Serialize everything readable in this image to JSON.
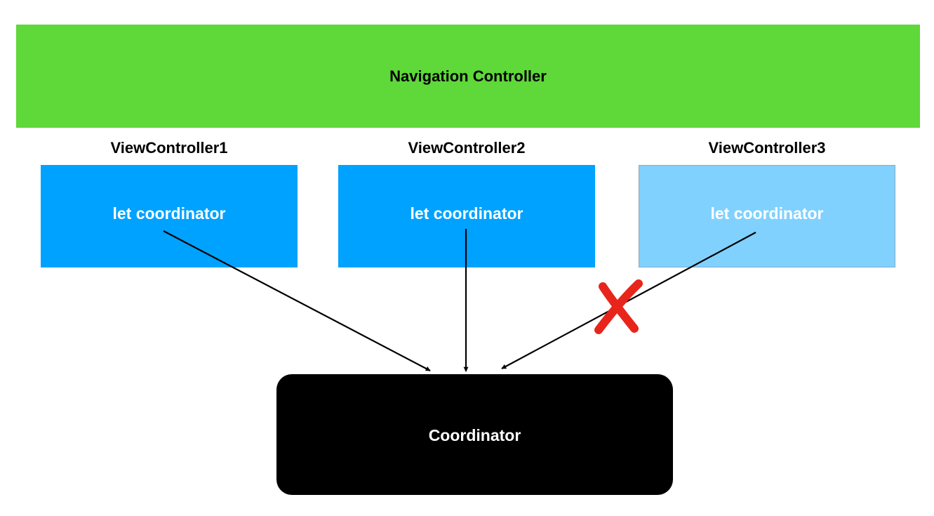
{
  "navigation": {
    "title": "Navigation Controller",
    "color": "#5fd83a"
  },
  "view_controllers": [
    {
      "title": "ViewController1",
      "property": "let coordinator",
      "color": "#00a2ff",
      "reference": "active"
    },
    {
      "title": "ViewController2",
      "property": "let coordinator",
      "color": "#00a2ff",
      "reference": "active"
    },
    {
      "title": "ViewController3",
      "property": "let coordinator",
      "color": "#81d1ff",
      "reference": "released"
    }
  ],
  "coordinator": {
    "title": "Coordinator",
    "color": "#000000"
  },
  "colors": {
    "arrow": "#000000",
    "cross": "#e8251b"
  },
  "icons": {
    "released_marker": "red-x-icon"
  }
}
